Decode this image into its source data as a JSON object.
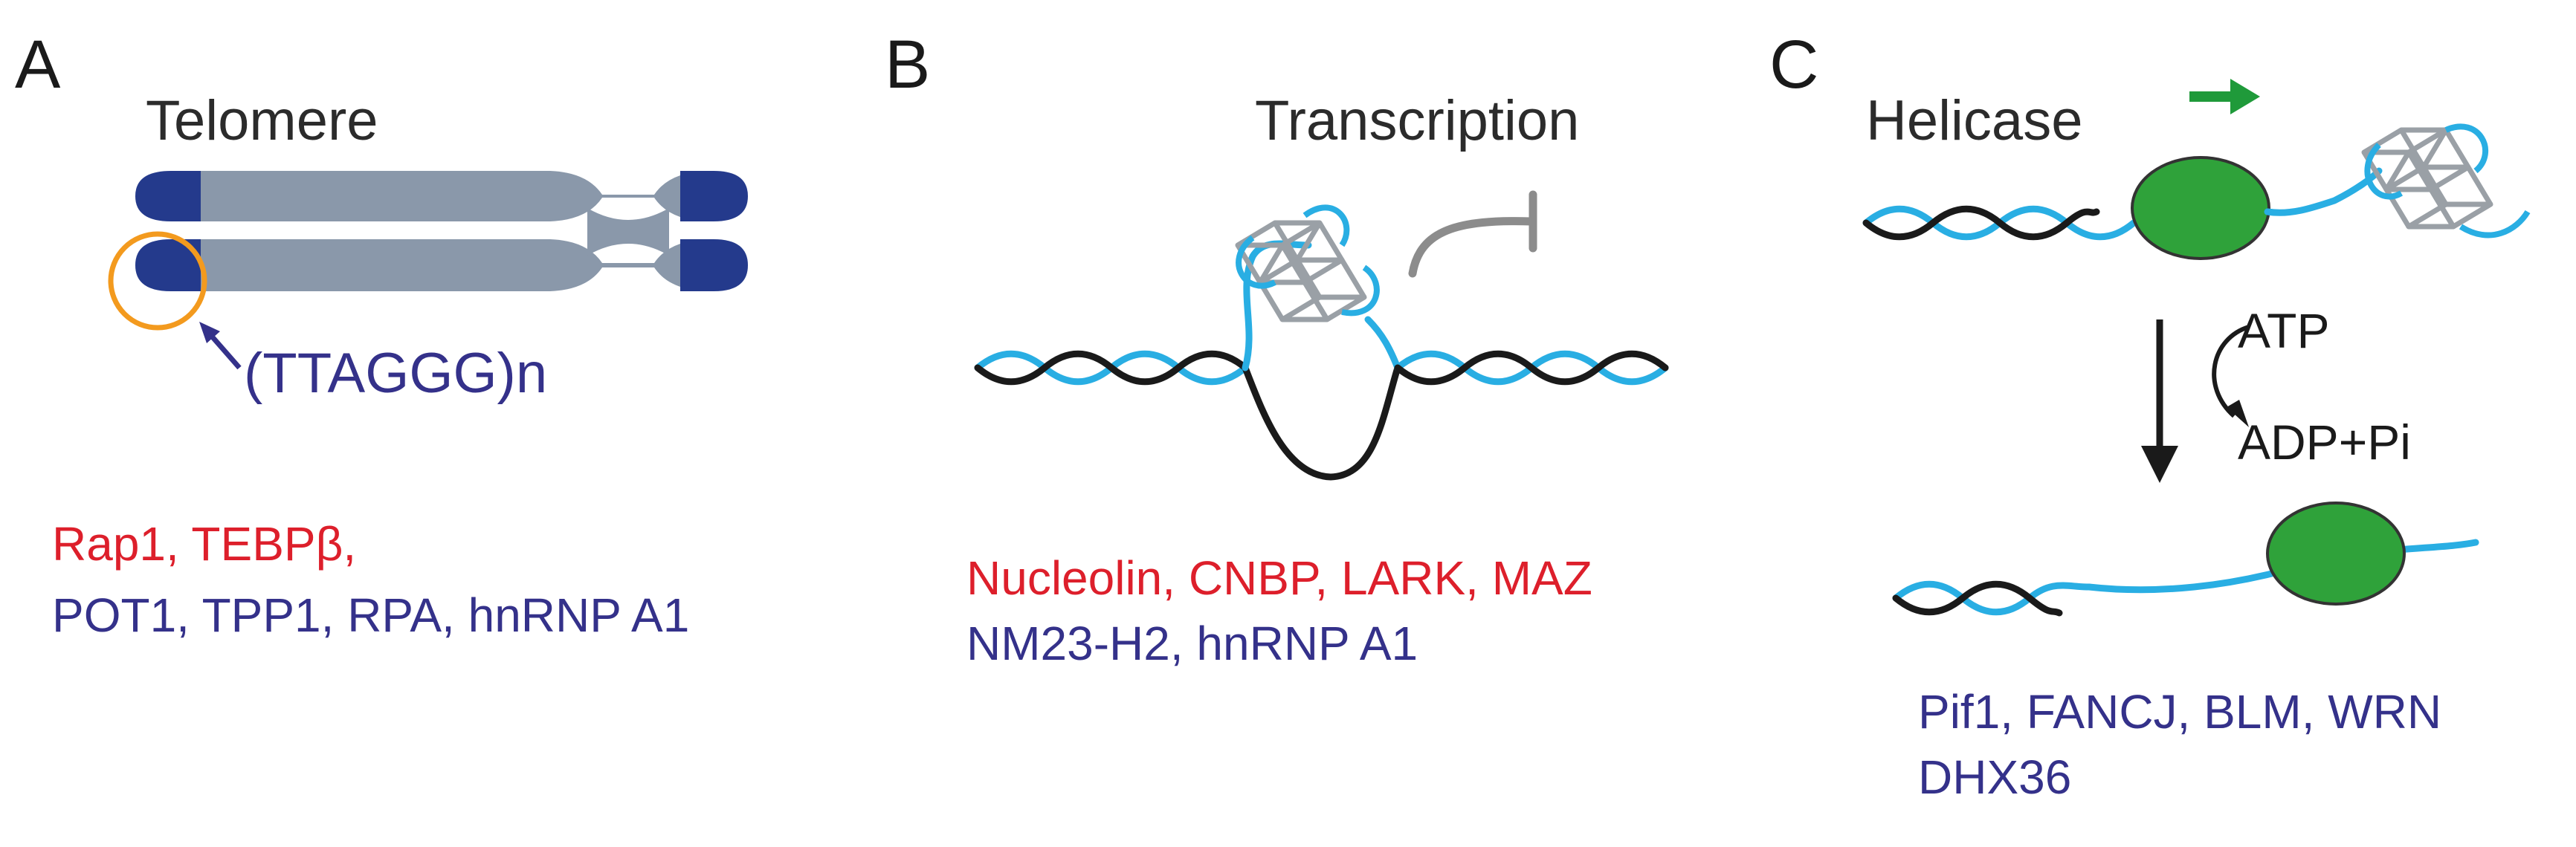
{
  "colors": {
    "binding_protein_red": "#dd1f2b",
    "binding_protein_blue": "#34318a",
    "strand_cyan": "#29aee3",
    "strand_black": "#1a1a1a",
    "chromosome_grey": "#8a98aa",
    "chromosome_cap": "#243a8c",
    "highlight_orange": "#f39a1e",
    "helicase_green": "#2fa23a",
    "quadruplex_grey": "#9aa0a6"
  },
  "panel_a": {
    "letter": "A",
    "title": "Telomere",
    "repeat_label": "(TTAGGG)n",
    "red_proteins": "Rap1, TEBPβ,",
    "blue_proteins": "POT1, TPP1, RPA, hnRNP A1"
  },
  "panel_b": {
    "letter": "B",
    "title": "Transcription",
    "red_proteins": "Nucleolin, CNBP, LARK, MAZ",
    "blue_proteins": "NM23-H2, hnRNP A1"
  },
  "panel_c": {
    "letter": "C",
    "title": "Helicase",
    "atp_label": "ATP",
    "product_label": "ADP+Pi",
    "blue_proteins_line1": "Pif1, FANCJ, BLM, WRN",
    "blue_proteins_line2": "DHX36"
  }
}
